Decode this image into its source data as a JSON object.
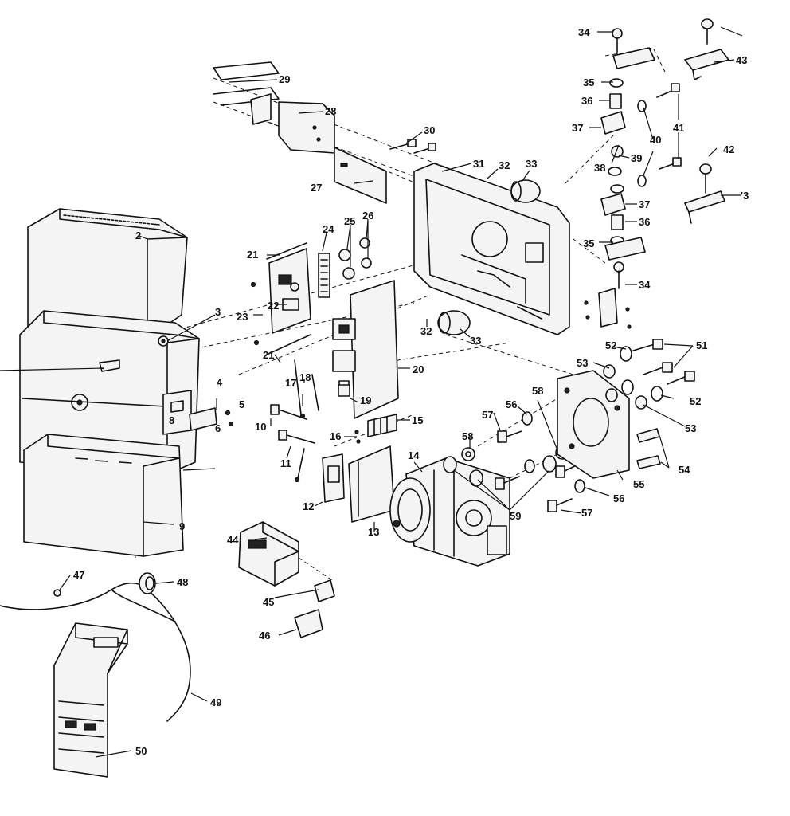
{
  "callouts": [
    {
      "id": "c2",
      "text": "2"
    },
    {
      "id": "c3a",
      "text": "3"
    },
    {
      "id": "c3b",
      "text": "'3"
    },
    {
      "id": "c4",
      "text": "4"
    },
    {
      "id": "c5",
      "text": "5"
    },
    {
      "id": "c6",
      "text": "6"
    },
    {
      "id": "c8",
      "text": "8"
    },
    {
      "id": "c9",
      "text": "9"
    },
    {
      "id": "c10",
      "text": "10"
    },
    {
      "id": "c11",
      "text": "11"
    },
    {
      "id": "c12",
      "text": "12"
    },
    {
      "id": "c13",
      "text": "13"
    },
    {
      "id": "c14",
      "text": "14"
    },
    {
      "id": "c15",
      "text": "15"
    },
    {
      "id": "c16",
      "text": "16"
    },
    {
      "id": "c17",
      "text": "17"
    },
    {
      "id": "c18",
      "text": "18"
    },
    {
      "id": "c19",
      "text": "19"
    },
    {
      "id": "c20",
      "text": "20"
    },
    {
      "id": "c21a",
      "text": "21"
    },
    {
      "id": "c21b",
      "text": "21"
    },
    {
      "id": "c22",
      "text": "22"
    },
    {
      "id": "c23",
      "text": "23"
    },
    {
      "id": "c24",
      "text": "24"
    },
    {
      "id": "c25",
      "text": "25"
    },
    {
      "id": "c26",
      "text": "26"
    },
    {
      "id": "c27",
      "text": "27"
    },
    {
      "id": "c28",
      "text": "28"
    },
    {
      "id": "c29",
      "text": "29"
    },
    {
      "id": "c30",
      "text": "30"
    },
    {
      "id": "c31",
      "text": "31"
    },
    {
      "id": "c32a",
      "text": "32"
    },
    {
      "id": "c32b",
      "text": "32"
    },
    {
      "id": "c33a",
      "text": "33"
    },
    {
      "id": "c33b",
      "text": "33"
    },
    {
      "id": "c34a",
      "text": "34"
    },
    {
      "id": "c34b",
      "text": "34"
    },
    {
      "id": "c35a",
      "text": "35"
    },
    {
      "id": "c35b",
      "text": "35"
    },
    {
      "id": "c36a",
      "text": "36"
    },
    {
      "id": "c36b",
      "text": "36"
    },
    {
      "id": "c37a",
      "text": "37"
    },
    {
      "id": "c37b",
      "text": "37"
    },
    {
      "id": "c38",
      "text": "38"
    },
    {
      "id": "c39",
      "text": "39"
    },
    {
      "id": "c40",
      "text": "40"
    },
    {
      "id": "c41",
      "text": "41"
    },
    {
      "id": "c42",
      "text": "42"
    },
    {
      "id": "c43",
      "text": "43"
    },
    {
      "id": "c44",
      "text": "44"
    },
    {
      "id": "c45",
      "text": "45"
    },
    {
      "id": "c46",
      "text": "46"
    },
    {
      "id": "c47",
      "text": "47"
    },
    {
      "id": "c48",
      "text": "48"
    },
    {
      "id": "c49",
      "text": "49"
    },
    {
      "id": "c50",
      "text": "50"
    },
    {
      "id": "c51",
      "text": "51"
    },
    {
      "id": "c52a",
      "text": "52"
    },
    {
      "id": "c52b",
      "text": "52"
    },
    {
      "id": "c53a",
      "text": "53"
    },
    {
      "id": "c53b",
      "text": "53"
    },
    {
      "id": "c54",
      "text": "54"
    },
    {
      "id": "c55",
      "text": "55"
    },
    {
      "id": "c56a",
      "text": "56"
    },
    {
      "id": "c56b",
      "text": "56"
    },
    {
      "id": "c57a",
      "text": "57"
    },
    {
      "id": "c57b",
      "text": "57"
    },
    {
      "id": "c58a",
      "text": "58"
    },
    {
      "id": "c58b",
      "text": "58"
    },
    {
      "id": "c59",
      "text": "59"
    }
  ]
}
